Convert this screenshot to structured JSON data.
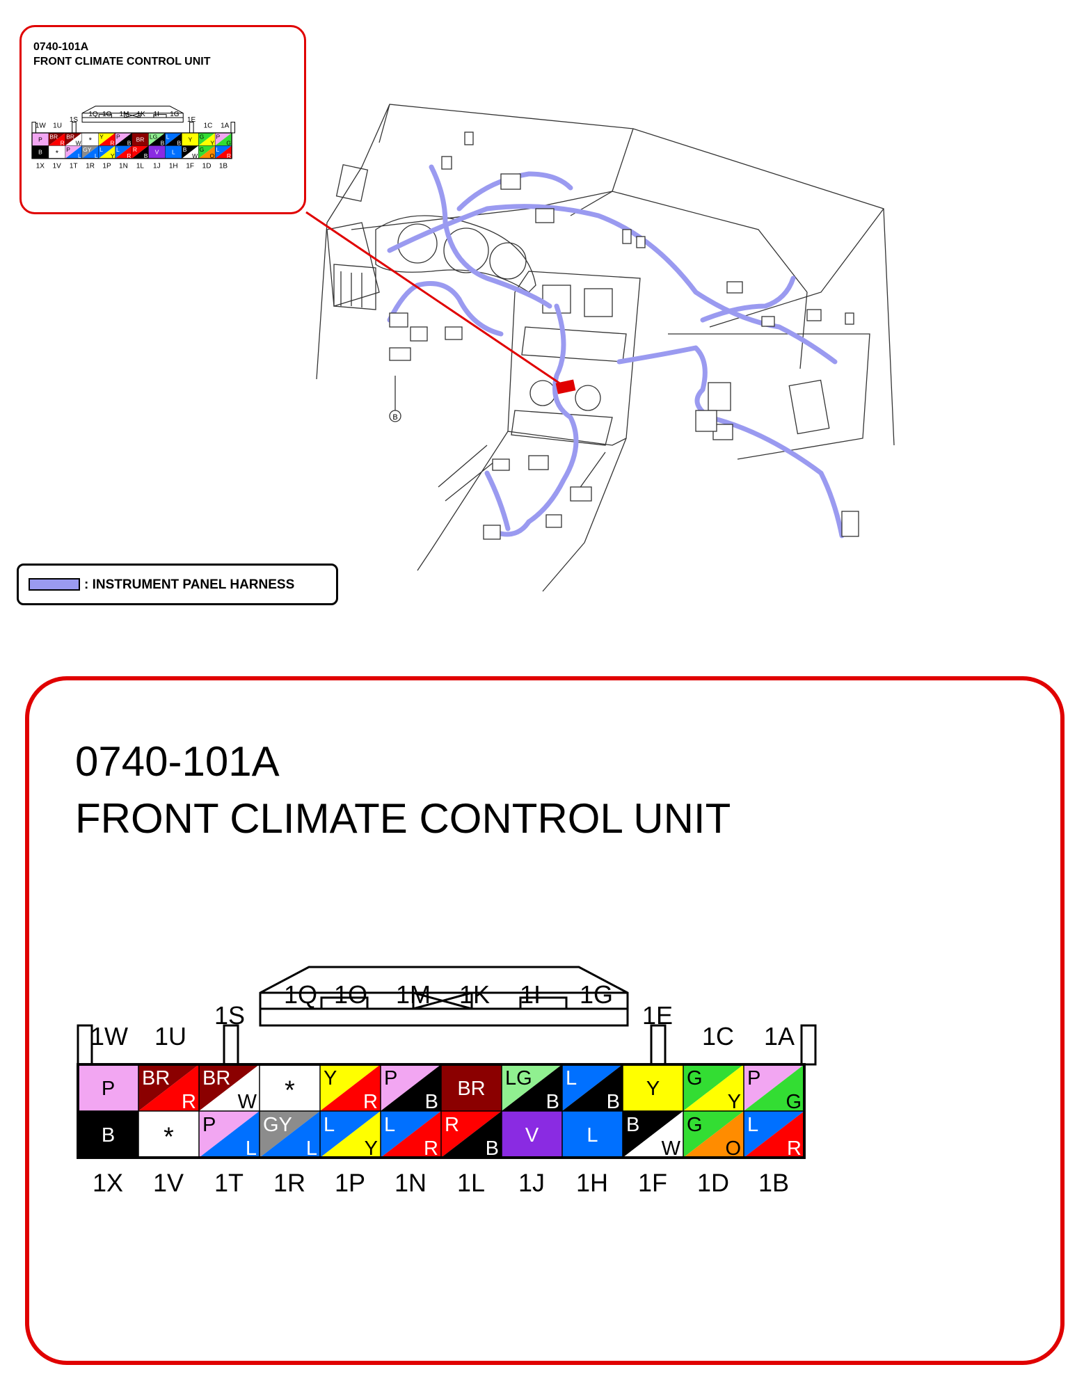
{
  "callout": {
    "code": "0740-101A",
    "name": "FRONT CLIMATE CONTROL UNIT"
  },
  "legend": {
    "color": "#9a9af0",
    "text": ": INSTRUMENT PANEL HARNESS"
  },
  "detail": {
    "code": "0740-101A",
    "name": "FRONT CLIMATE CONTROL UNIT"
  },
  "harness_marker": "B",
  "colors": {
    "frame": "#e00000",
    "harness": "#9a9af0",
    "P": "#f2a6f2",
    "B": "#000000",
    "BR": "#8b0000",
    "R": "#ff0000",
    "W": "#ffffff",
    "Y": "#ffff00",
    "L": "#0070ff",
    "LG": "#90f090",
    "GY": "#8c8c8c",
    "V": "#8a2be2",
    "G": "#33dd33",
    "O": "#ff8c00"
  },
  "connector": {
    "top_labels": [
      "1W",
      "1U",
      "1S",
      "1Q",
      "1O",
      "1M",
      "1K",
      "1I",
      "1G",
      "1E",
      "1C",
      "1A"
    ],
    "bottom_labels": [
      "1X",
      "1V",
      "1T",
      "1R",
      "1P",
      "1N",
      "1L",
      "1J",
      "1H",
      "1F",
      "1D",
      "1B"
    ],
    "top_row": [
      {
        "main": "P"
      },
      {
        "main": "BR",
        "stripe": "R"
      },
      {
        "main": "BR",
        "stripe": "W"
      },
      {
        "main": "*"
      },
      {
        "main": "Y",
        "stripe": "R"
      },
      {
        "main": "P",
        "stripe": "B"
      },
      {
        "main": "BR"
      },
      {
        "main": "LG",
        "stripe": "B"
      },
      {
        "main": "L",
        "stripe": "B"
      },
      {
        "main": "Y"
      },
      {
        "main": "G",
        "stripe": "Y"
      },
      {
        "main": "P",
        "stripe": "G"
      }
    ],
    "bottom_row": [
      {
        "main": "B"
      },
      {
        "main": "*"
      },
      {
        "main": "P",
        "stripe": "L"
      },
      {
        "main": "GY",
        "stripe": "L"
      },
      {
        "main": "L",
        "stripe": "Y"
      },
      {
        "main": "L",
        "stripe": "R"
      },
      {
        "main": "R",
        "stripe": "B"
      },
      {
        "main": "V"
      },
      {
        "main": "L"
      },
      {
        "main": "B",
        "stripe": "W"
      },
      {
        "main": "G",
        "stripe": "O"
      },
      {
        "main": "L",
        "stripe": "R"
      }
    ]
  }
}
